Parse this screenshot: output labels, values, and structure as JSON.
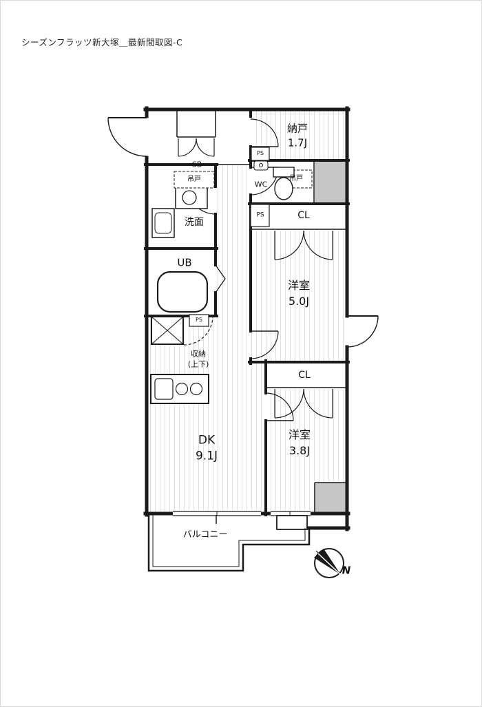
{
  "title": "シーズンフラッツ新大塚＿最新間取図-C",
  "labels": {
    "nando_name": "納戸",
    "nando_size": "1.7J",
    "sb": "SB",
    "tsurido_senmen": "吊戸",
    "tsurido_wc": "吊戸",
    "wc": "WC",
    "senmen": "洗面",
    "ub": "UB",
    "ps_top": "PS",
    "ps_mid": "PS",
    "ps_dk": "PS",
    "cl_upper": "CL",
    "cl_lower": "CL",
    "yoshitsu1_name": "洋室",
    "yoshitsu1_size": "5.0J",
    "yoshitsu2_name": "洋室",
    "yoshitsu2_size": "3.8J",
    "dk_name": "DK",
    "dk_size": "9.1J",
    "shuno_line1": "収納",
    "shuno_line2": "(上下)",
    "balcony": "バルコニー",
    "north": "N"
  },
  "colors": {
    "wall": "#1a1a1a",
    "shaded_area": "#c6c6c6",
    "floor_stripe": "#e0e0e0"
  }
}
